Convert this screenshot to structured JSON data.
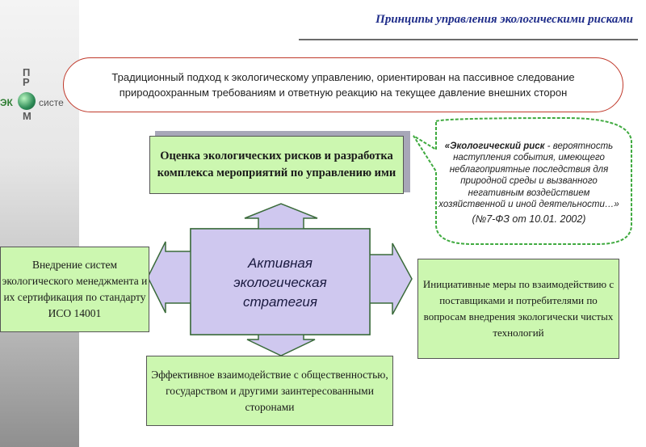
{
  "header": {
    "title": "Принципы управления экологическими рисками"
  },
  "logo": {
    "line1": "П\nР",
    "left": "ЭК",
    "right": "систе",
    "line3": "М"
  },
  "intro": {
    "text": "Традиционный подход к экологическому управлению, ориентирован на пассивное следование природоохранным требованиям и ответную реакцию на  текущее давление внешних сторон"
  },
  "center": {
    "line1": "Активная",
    "line2": "экологическая",
    "line3": "стратегия"
  },
  "top_box": {
    "text": "Оценка экологических рисков и разработка комплекса мероприятий по управлению ими"
  },
  "left_box": {
    "text": "Внедрение систем экологического менеджмента и их сертификация по стандарту ИСО 14001"
  },
  "right_box": {
    "text": "Инициативные меры по взаимодействию с поставщиками и потребителями по вопросам внедрения экологически чистых технологий"
  },
  "bottom_box": {
    "text": "Эффективное взаимодействие с общественностью, государством и другими заинтересованными сторонами"
  },
  "callout": {
    "term": "«Экологический риск",
    "definition": " - вероятность наступления события, имеющего неблагоприятные последствия для природной среды и вызванного негативным воздействием хозяйственной и иной деятельности…»",
    "ref": "(№7-ФЗ от 10.01. 2002)"
  },
  "colors": {
    "box_fill": "#ccf7b0",
    "center_fill": "#cfc8ef",
    "oval_border": "#c0392b",
    "title": "#1f2d8a"
  }
}
